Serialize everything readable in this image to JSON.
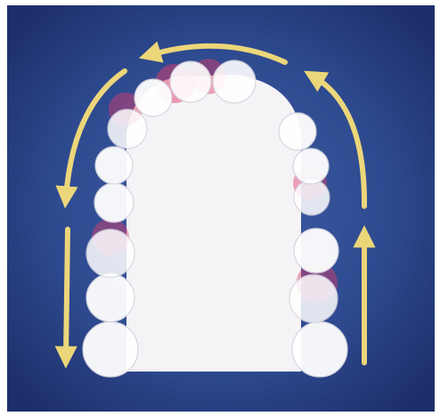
{
  "diagram": {
    "subject": "dental-arch",
    "colors": {
      "background_outer": "#ffffff",
      "background_center": "#3f5fa6",
      "background_edge": "#1d2f6b",
      "tooth_fill": "#ffffff",
      "tooth_stroke": "#d6d3e0",
      "overlap_fill": "#e03c6a",
      "palate_fill": "#f5f3f5",
      "arrow": "#ecd67a"
    },
    "left_teeth": [
      {
        "id": "left-1",
        "overlap": false
      },
      {
        "id": "left-2",
        "overlap": false
      },
      {
        "id": "left-3",
        "overlap": true
      },
      {
        "id": "left-4",
        "overlap": false
      },
      {
        "id": "left-5",
        "overlap": false
      },
      {
        "id": "left-6",
        "overlap": true
      },
      {
        "id": "left-7",
        "overlap": false
      }
    ],
    "right_teeth": [
      {
        "id": "right-1",
        "overlap": false
      },
      {
        "id": "right-2",
        "overlap": true
      },
      {
        "id": "right-3",
        "overlap": false
      },
      {
        "id": "right-4",
        "overlap": true
      },
      {
        "id": "right-5",
        "overlap": false
      },
      {
        "id": "right-6",
        "overlap": false
      }
    ],
    "arrows": [
      {
        "id": "arrow-top",
        "direction": "leftward"
      },
      {
        "id": "arrow-upper-left",
        "direction": "downward"
      },
      {
        "id": "arrow-lower-left",
        "direction": "downward"
      },
      {
        "id": "arrow-upper-right",
        "direction": "upward"
      },
      {
        "id": "arrow-lower-right",
        "direction": "upward"
      }
    ]
  }
}
